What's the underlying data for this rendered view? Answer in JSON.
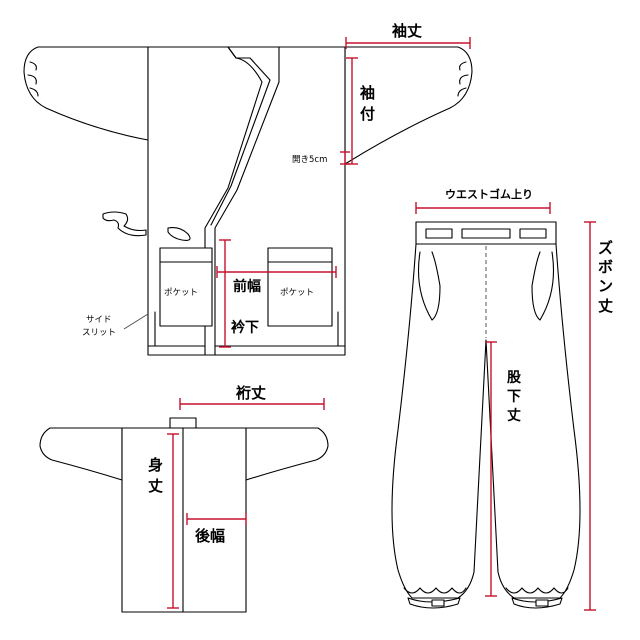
{
  "labels": {
    "sleeve_length": "袖丈",
    "sleeve_opening_1": "袖",
    "sleeve_opening_2": "付",
    "opening": "開き5cm",
    "front_width": "前幅",
    "pocket_left": "ポケット",
    "pocket_right": "ポケット",
    "collar_below": "衿下",
    "side_slit_1": "サイド",
    "side_slit_2": "スリット",
    "yuki": "裄丈",
    "body_length_1": "身",
    "body_length_2": "丈",
    "back_width": "後幅",
    "waist": "ウエストゴム上り",
    "pants_length_1": "ズ",
    "pants_length_2": "ボ",
    "pants_length_3": "ン",
    "pants_length_4": "丈",
    "inseam_1": "股",
    "inseam_2": "下",
    "inseam_3": "丈"
  },
  "colors": {
    "measure_line": "#c8102e",
    "outline": "#000000"
  }
}
